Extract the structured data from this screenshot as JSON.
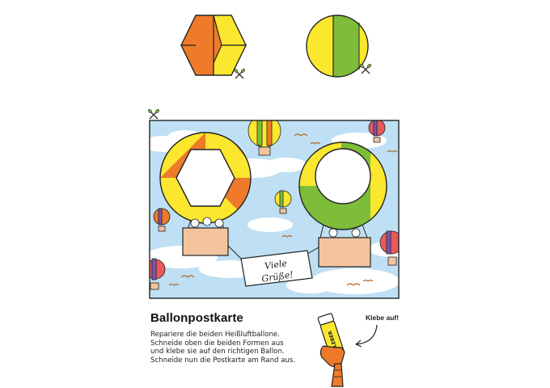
{
  "page": {
    "title": "Ballonpostkarte",
    "instructions": [
      "Repariere die beiden Heißluftballone.",
      "Schneide oben die beiden Formen aus",
      "und klebe sie auf den richtigen Ballon.",
      "Schneide nun die Postkarte am Rand aus."
    ],
    "glue_label": "Klebe auf!",
    "glue_stick_text": "KLEBER",
    "banner_line1": "Viele",
    "banner_line2": "Grüße!"
  },
  "colors": {
    "orange": "#ee7a2a",
    "yellow": "#fbe72e",
    "green": "#7dbd3a",
    "sky": "#bfe0f4",
    "basket": "#f3c49e"
  },
  "icons": {
    "cut_marker": "scissors-icon",
    "glue": "glue-stick-icon"
  }
}
